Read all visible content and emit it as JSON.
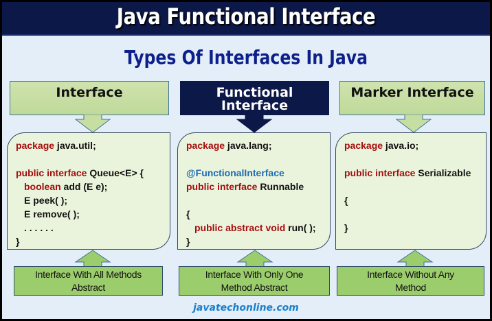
{
  "header": {
    "title": "Java Functional Interface"
  },
  "subtitle": "Types Of Interfaces In Java",
  "colors": {
    "header_bg": "#0c1847",
    "body_bg": "#e4eef8",
    "subtitle": "#0d1f8a",
    "green_box": "#c6dea2",
    "code_bg": "#eaf4dc",
    "desc_box": "#9ccd6c",
    "keyword": "#a50d0d",
    "annotation": "#1d6ab5",
    "footer": "#1a7fcc"
  },
  "columns": [
    {
      "type_label": "Interface",
      "style": "green",
      "code": {
        "package_kw": "package",
        "package_name": " java.util;",
        "decl_kw": "public interface",
        "decl_name": " Queue<E> {",
        "m1_kw": "boolean",
        "m1_rest": " add (E e);",
        "m2": "E peek( );",
        "m3": "E remove( );",
        "m4": ". . . . . .",
        "close": "}"
      },
      "description_line1": "Interface With All Methods",
      "description_line2": "Abstract"
    },
    {
      "type_label": "Functional Interface",
      "style": "navy",
      "code": {
        "package_kw": "package",
        "package_name": " java.lang;",
        "annotation": "@FunctionalInterface",
        "decl_kw": "public interface",
        "decl_name": " Runnable",
        "open": "{",
        "m1_kw": "public abstract void",
        "m1_rest": " run( );",
        "close": "}"
      },
      "description_line1": "Interface With Only One",
      "description_line2": "Method Abstract"
    },
    {
      "type_label": "Marker Interface",
      "style": "green",
      "code": {
        "package_kw": "package",
        "package_name": " java.io;",
        "decl_kw": "public interface",
        "decl_name": " Serializable",
        "open": "{",
        "close": "}"
      },
      "description_line1": "Interface Without Any",
      "description_line2": "Method"
    }
  ],
  "footer": "javatechonline.com"
}
